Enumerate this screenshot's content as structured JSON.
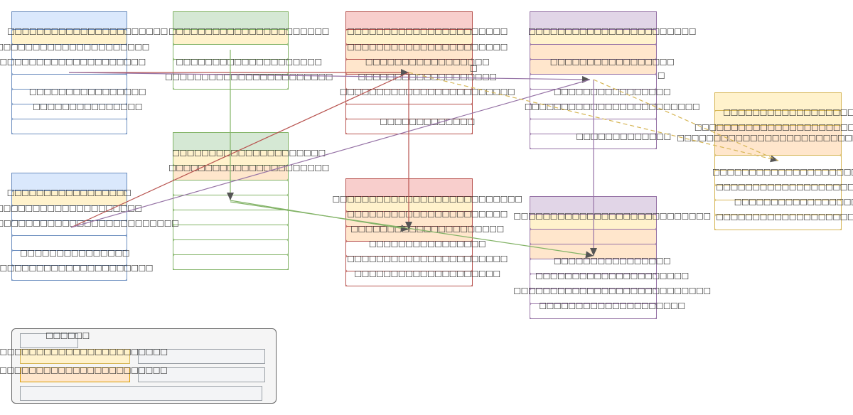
{
  "diagram": {
    "title": "",
    "palette": {
      "blue": {
        "fill": "#dae8fc",
        "stroke": "#6c8ebf"
      },
      "green": {
        "fill": "#d5e8d4",
        "stroke": "#82b366"
      },
      "red": {
        "fill": "#f8cecc",
        "stroke": "#b85450"
      },
      "purple": {
        "fill": "#e1d5e7",
        "stroke": "#9673a6"
      },
      "yellow": {
        "fill": "#fff2cc",
        "stroke": "#d6b656"
      },
      "pk_fill": "#fff2cc",
      "fk_fill": "#ffe6cc",
      "plain_fill": "#ffffff",
      "arrowhead": "#555555"
    },
    "tables": [
      {
        "id": "t1",
        "color": "blue",
        "rows": [
          {
            "kind": "pk",
            "text": "□□□□□□□□□□□□□□□□□□□□□□"
          },
          {
            "kind": "plain",
            "text": "□□□□□□□□□□□□□□□□□□□□□□"
          },
          {
            "kind": "plain",
            "text": "□□□□□□□□□□□□□□□□□□□□□"
          },
          {
            "kind": "plain",
            "text": ""
          },
          {
            "kind": "plain",
            "text": "□□□□□□□□□□□□□□□□"
          },
          {
            "kind": "plain",
            "text": "□□□□□□□□□□□□□□□"
          },
          {
            "kind": "plain",
            "text": ""
          }
        ]
      },
      {
        "id": "t2",
        "color": "green",
        "rows": [
          {
            "kind": "pk",
            "text": "□□□□□□□□□□□□□□□□□□□□□□"
          },
          {
            "kind": "plain",
            "text": ""
          },
          {
            "kind": "plain",
            "text": "□□□□□□□□□□□□□□□□□□□□"
          },
          {
            "kind": "plain",
            "text": "□□□□□□□□□□□□□□□□□□□□□□□"
          }
        ]
      },
      {
        "id": "t3",
        "color": "red",
        "rows": [
          {
            "kind": "pk",
            "text": "□□□□□□□□□□□□□□□□□□□□□□"
          },
          {
            "kind": "fk",
            "text": "□□□□□□□□□□□□□□□□□□□□□□"
          },
          {
            "kind": "fk",
            "text": "□□□□□□□□□□□□□□□□□"
          },
          {
            "kind": "plain",
            "text": "□□□□□□□□□□□□□□□□□□□"
          },
          {
            "kind": "plain",
            "text": "□□□□□□□□□□□□□□□□□□□□□□□□"
          },
          {
            "kind": "plain",
            "text": ""
          },
          {
            "kind": "plain",
            "text": "□□□□□□□□□□□□□"
          }
        ]
      },
      {
        "id": "t4",
        "color": "purple",
        "rows": [
          {
            "kind": "pk",
            "text": "□□□□□□□□□□□□□□□□□□□□□□□"
          },
          {
            "kind": "fk",
            "text": ""
          },
          {
            "kind": "fk",
            "text": "□□□□□□□□□□□□□□□□□"
          },
          {
            "kind": "plain",
            "text": ""
          },
          {
            "kind": "plain",
            "text": "□□□□□□□□□□□□□□□□"
          },
          {
            "kind": "plain",
            "text": "□□□□□□□□□□□□□□□□□□□□□□□□"
          },
          {
            "kind": "plain",
            "text": ""
          },
          {
            "kind": "plain",
            "text": "□□□□□□□□□□□□□"
          }
        ]
      },
      {
        "id": "t5",
        "color": "yellow",
        "rows": [
          {
            "kind": "pk",
            "text": "□□□□□□□□□□□□□□□□□□□□"
          },
          {
            "kind": "fk2",
            "text": "□□□□□□□□□□□□□□□□□□□□□□□□",
            "text2": "□□□□□□□□□□□□□□□□□□□□□□□□□□□□"
          },
          {
            "kind": "plain",
            "text": ""
          },
          {
            "kind": "plain",
            "text": "□□□□□□□□□□□□□□□□□□□□□□□"
          },
          {
            "kind": "plain",
            "text": "□□□□□□□□□□□□□□□□□□□□□□"
          },
          {
            "kind": "plain",
            "text": "□□□□□□□□□□□□□□□□□"
          },
          {
            "kind": "plain",
            "text": "□□□□□□□□□□□□□□□□□□□□□□"
          }
        ]
      },
      {
        "id": "t6",
        "color": "blue",
        "rows": [
          {
            "kind": "pk",
            "text": "□□□□□□□□□□□□□□□□□"
          },
          {
            "kind": "plain",
            "text": "□□□□□□□□□□□□□□□□□□□□"
          },
          {
            "kind": "plain",
            "text": "□□□□□□□□□□□□□□□□□□□□□□□□□"
          },
          {
            "kind": "plain",
            "text": ""
          },
          {
            "kind": "plain",
            "text": "□□□□□□□□□□□□□□□"
          },
          {
            "kind": "plain",
            "text": "□□□□□□□□□□□□□□□□□□□□□□□"
          }
        ]
      },
      {
        "id": "t7",
        "color": "green",
        "rows": [
          {
            "kind": "pk",
            "text": "□□□□□□□□□□□□□□□□□□□□□"
          },
          {
            "kind": "fk",
            "text": "□□□□□□□□□□□□□□□□□□□□□□"
          },
          {
            "kind": "plain",
            "text": ""
          },
          {
            "kind": "plain",
            "text": ""
          },
          {
            "kind": "plain",
            "text": ""
          },
          {
            "kind": "plain",
            "text": ""
          },
          {
            "kind": "plain",
            "text": ""
          },
          {
            "kind": "plain",
            "text": ""
          }
        ]
      },
      {
        "id": "t8",
        "color": "red",
        "rows": [
          {
            "kind": "pk",
            "text": "□□□□□□□□□□□□□□□□□□□□□□□□□□"
          },
          {
            "kind": "fk",
            "text": "□□□□□□□□□□□□□□□□□□□□□□"
          },
          {
            "kind": "fk",
            "text": "□□□□□□□□□□□□□□□□□□□□□"
          },
          {
            "kind": "plain",
            "text": "□□□□□□□□□□□□□□□□"
          },
          {
            "kind": "plain",
            "text": "□□□□□□□□□□□□□□□□□□□□□□"
          },
          {
            "kind": "plain",
            "text": "□□□□□□□□□□□□□□□□□□□□"
          }
        ]
      },
      {
        "id": "t9",
        "color": "purple",
        "rows": [
          {
            "kind": "pk",
            "text": "□□□□□□□□□□□□□□□□□□□□□□□□□□□"
          },
          {
            "kind": "fk",
            "text": ""
          },
          {
            "kind": "fk",
            "text": ""
          },
          {
            "kind": "plain",
            "text": "□□□□□□□□□□□□□□□□"
          },
          {
            "kind": "plain",
            "text": "□□□□□□□□□□□□□□□□□□□□□"
          },
          {
            "kind": "plain",
            "text": "□□□□□□□□□□□□□□□□□□□□□□□□□□□"
          },
          {
            "kind": "plain",
            "text": "□□□□□□□□□□□□□□□□□□□□"
          }
        ]
      }
    ],
    "stray_labels": [
      {
        "id": "s1",
        "text": "□"
      },
      {
        "id": "s2",
        "text": "□"
      }
    ],
    "legend": {
      "title": "□□□□□□",
      "pk_text": "□□□□□□□□□□□□□□□□□□□□□□□□□□□",
      "fk_text": "□□□□□□□□□□□□□□□□□□□□□□□□□"
    },
    "edges": [
      {
        "id": "e1",
        "color": "#b85450",
        "style": "solid"
      },
      {
        "id": "e2",
        "color": "#9673a6",
        "style": "solid"
      },
      {
        "id": "e3",
        "color": "#b85450",
        "style": "solid"
      },
      {
        "id": "e4",
        "color": "#9673a6",
        "style": "solid"
      },
      {
        "id": "e5",
        "color": "#82b366",
        "style": "solid"
      },
      {
        "id": "e6",
        "color": "#82b366",
        "style": "solid"
      },
      {
        "id": "e7",
        "color": "#82b366",
        "style": "solid"
      },
      {
        "id": "e8",
        "color": "#b85450",
        "style": "solid"
      },
      {
        "id": "e9",
        "color": "#9673a6",
        "style": "solid"
      },
      {
        "id": "e10",
        "color": "#d6b656",
        "style": "dashed"
      },
      {
        "id": "e11",
        "color": "#d6b656",
        "style": "dashed"
      }
    ]
  }
}
